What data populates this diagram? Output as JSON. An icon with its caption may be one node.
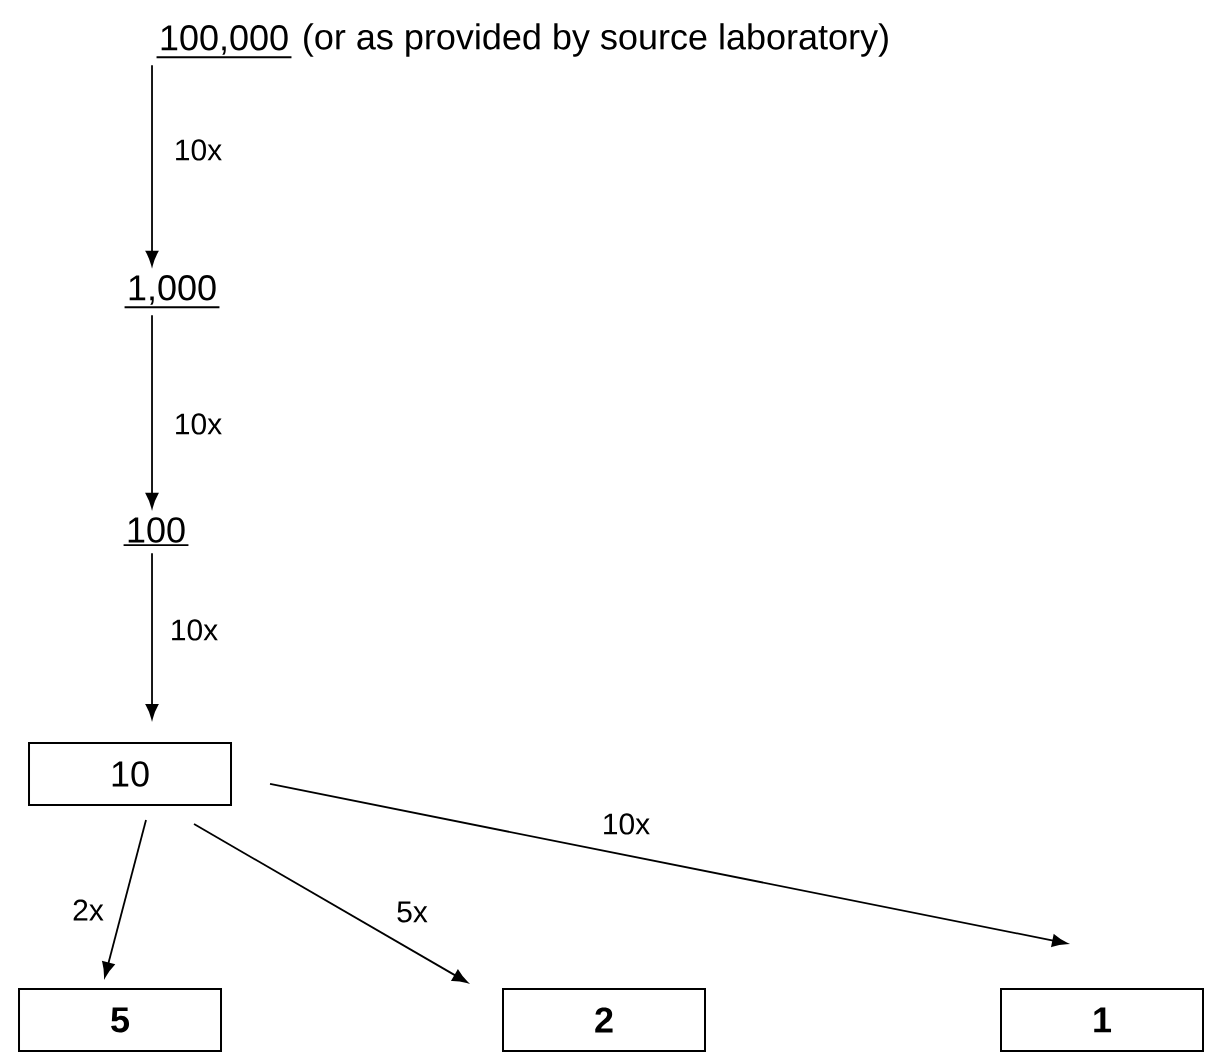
{
  "diagram": {
    "nodes": [
      {
        "text": [
          "100,000"
        ],
        "beside": [
          "(or as provided by source laboratory)"
        ]
      },
      {
        "text": [
          "1,000"
        ]
      },
      {
        "text": [
          "100"
        ]
      },
      {
        "text": [
          "10"
        ]
      },
      {
        "text": [
          "5"
        ]
      },
      {
        "text": [
          "2"
        ]
      },
      {
        "text": [
          "1"
        ]
      }
    ],
    "edges": [
      {
        "from": 0,
        "to": 1,
        "arrow": "to",
        "label": "10x"
      },
      {
        "from": 1,
        "to": 2,
        "arrow": "to",
        "label": "10x"
      },
      {
        "from": 2,
        "to": 3,
        "arrow": "to",
        "label": "10x"
      },
      {
        "from": 3,
        "to": 4,
        "arrow": "to",
        "label": "2x"
      },
      {
        "from": 3,
        "to": 5,
        "arrow": "to",
        "label": "5x"
      },
      {
        "from": 3,
        "to": 6,
        "arrow": "to",
        "label": "10x"
      }
    ]
  }
}
